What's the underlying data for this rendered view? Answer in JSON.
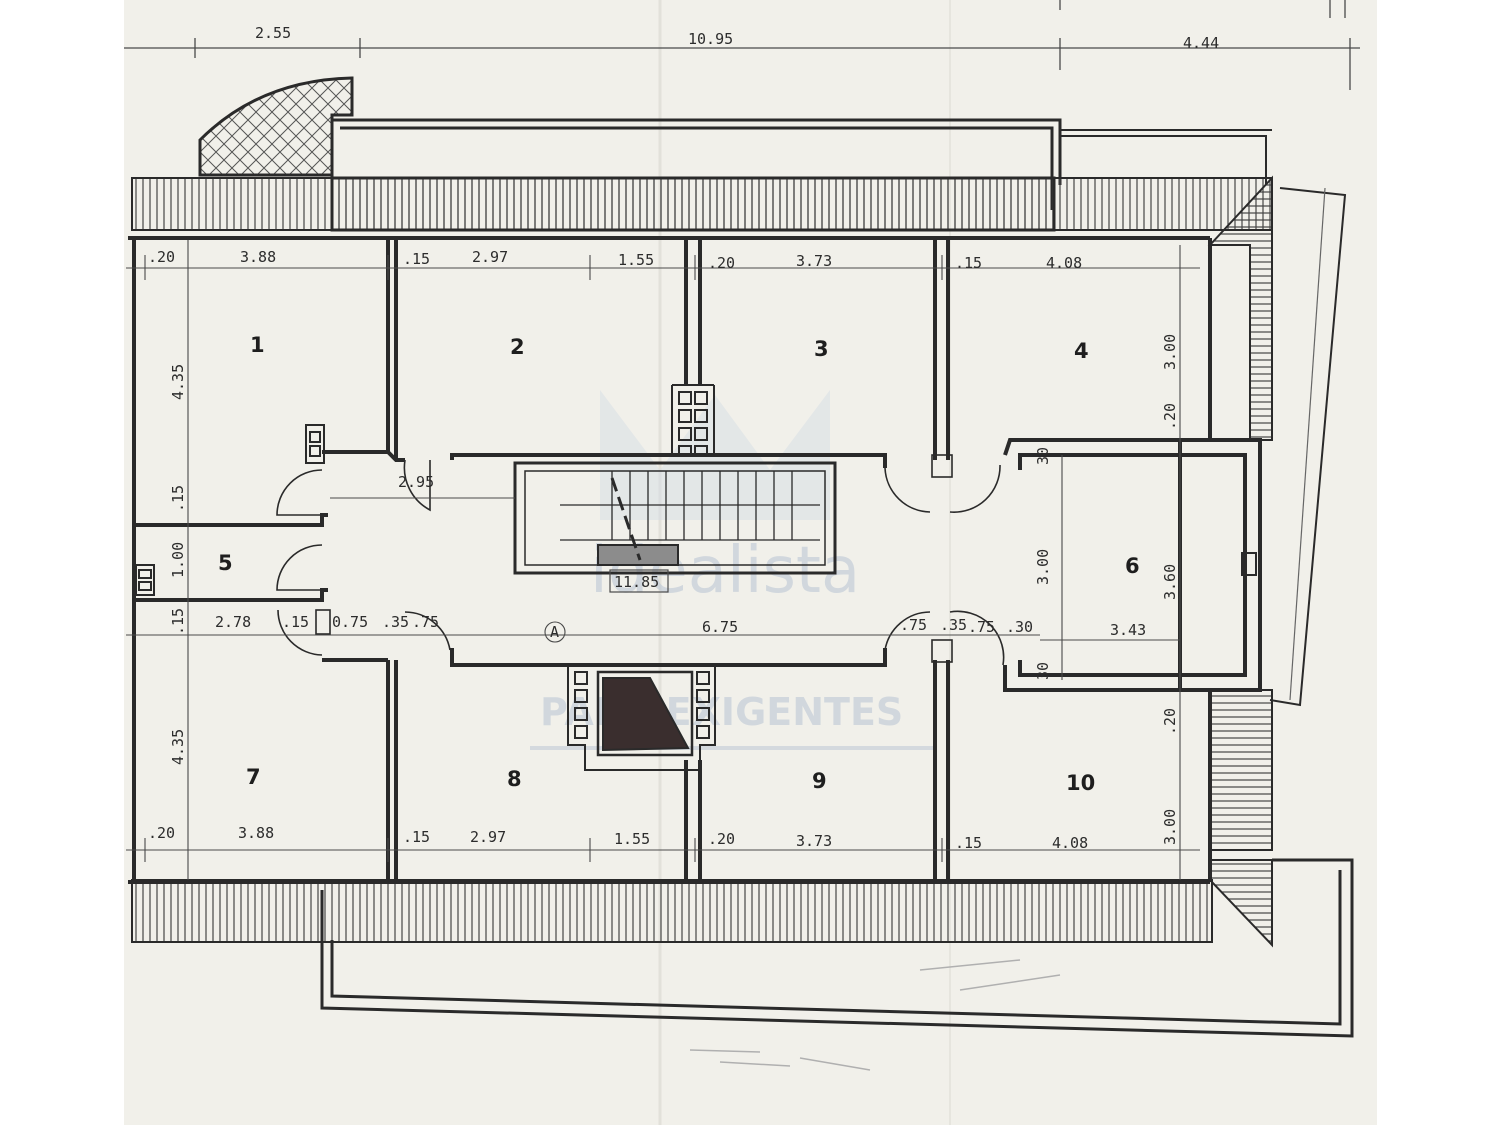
{
  "palette": {
    "paper": "#f1f0ea",
    "ink": "#2a2a2a",
    "dim_line": "#4a4a4a",
    "watermark": "#b8c4d4"
  },
  "top_dimensions": [
    "2.55",
    "10.95",
    "4.44"
  ],
  "rooms": [
    "1",
    "2",
    "3",
    "4",
    "5",
    "6",
    "7",
    "8",
    "9",
    "10"
  ],
  "upper_row_dims": [
    ".20",
    "3.88",
    ".15",
    "2.97",
    "1.55",
    ".20",
    "3.73",
    ".15",
    "4.08"
  ],
  "lower_row_dims": [
    ".20",
    "3.88",
    ".15",
    "2.97",
    "1.55",
    ".20",
    "3.73",
    ".15",
    "4.08"
  ],
  "vertical_dims_left": [
    "4.35",
    ".15",
    "1.00",
    ".15",
    "4.35"
  ],
  "vertical_dims_right": [
    "3.00",
    ".20",
    "3.60",
    ".20",
    "3.00"
  ],
  "room6_dims": [
    "30",
    "3.00",
    "3.43",
    "30"
  ],
  "corridor_dims": [
    "2.95",
    "11.85",
    "6.75",
    "A"
  ],
  "middle_row_dims": [
    "2.78",
    ".15",
    "0.75",
    ".35",
    ".75",
    ".75",
    ".35",
    ".75",
    ".30"
  ],
  "watermark": {
    "brand": "idealista",
    "slogan": "PARA EXIGENTES"
  }
}
